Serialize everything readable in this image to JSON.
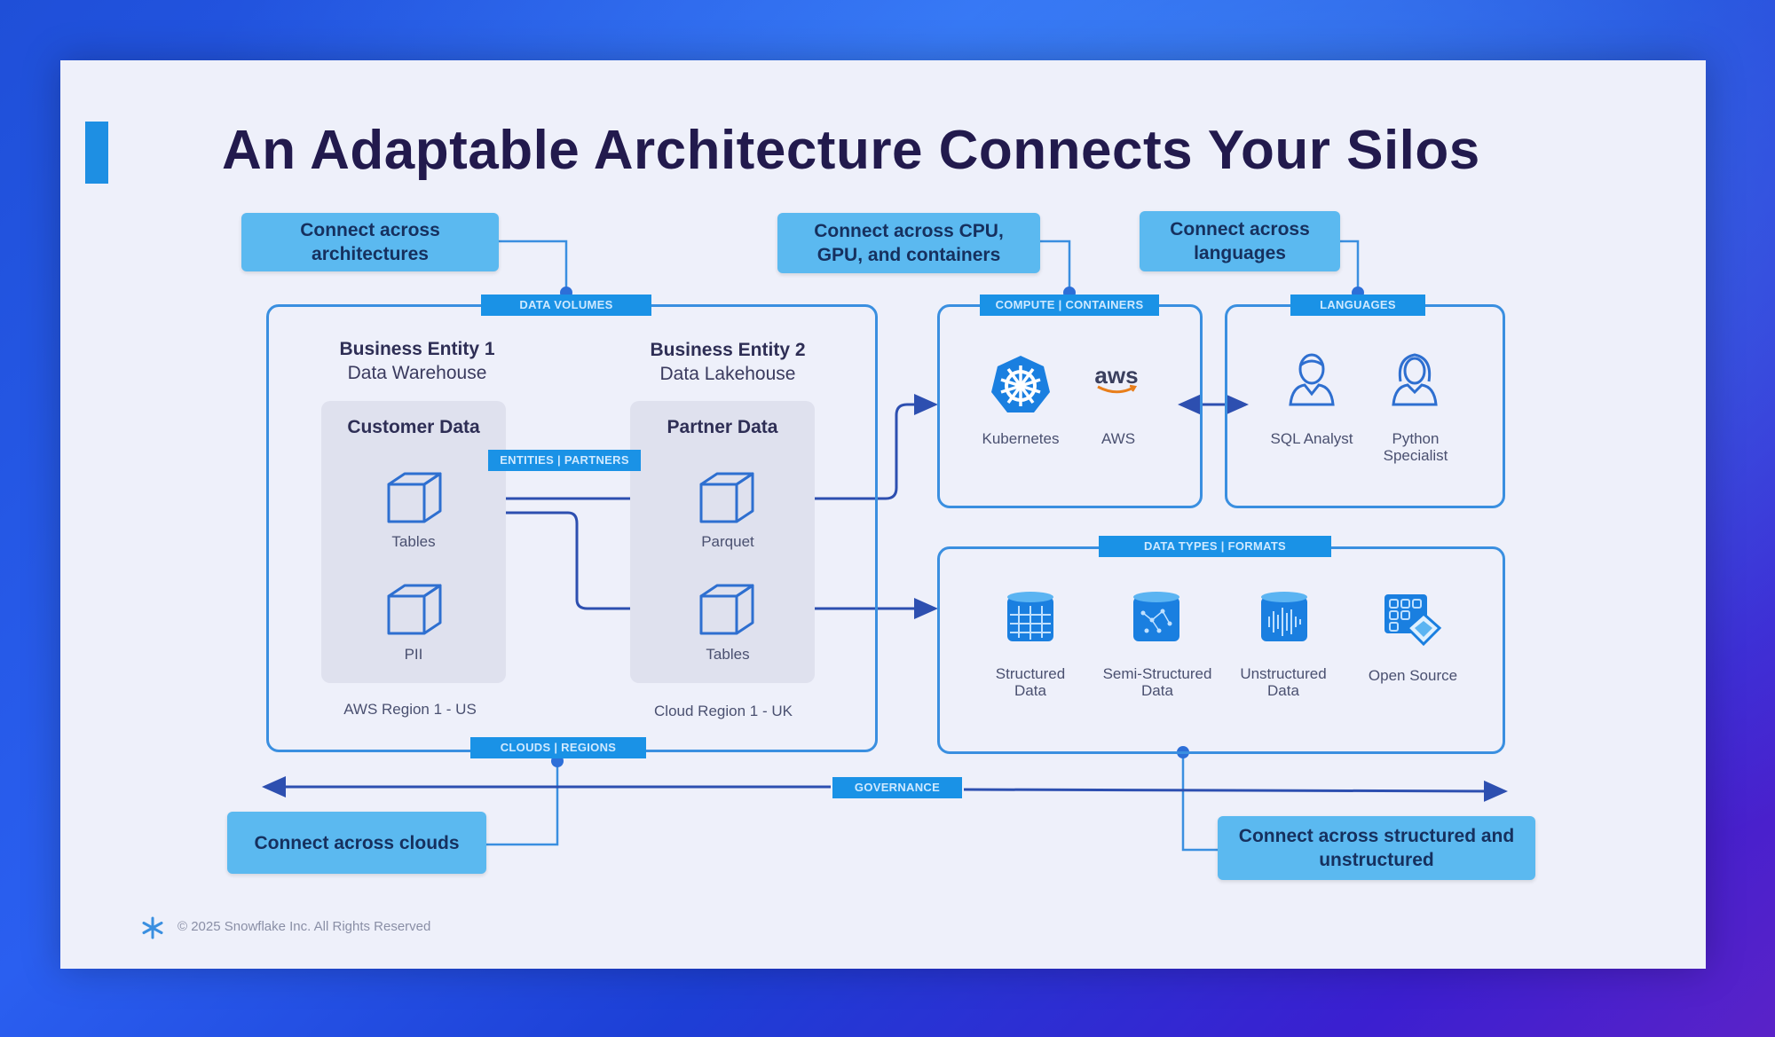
{
  "title": "An Adaptable Architecture Connects Your Silos",
  "callouts": {
    "architectures": "Connect across architectures",
    "compute": "Connect across CPU, GPU, and containers",
    "languages": "Connect across languages",
    "clouds": "Connect across clouds",
    "structured": "Connect across structured and unstructured"
  },
  "tags": {
    "data_volumes": "DATA VOLUMES",
    "entities_partners": "ENTITIES | PARTNERS",
    "clouds_regions": "CLOUDS | REGIONS",
    "compute_containers": "COMPUTE | CONTAINERS",
    "languages": "LANGUAGES",
    "data_types_formats": "DATA TYPES | FORMATS",
    "governance": "GOVERNANCE"
  },
  "entity1": {
    "name": "Business Entity 1",
    "type": "Data Warehouse",
    "panel": "Customer Data",
    "items": [
      "Tables",
      "PII"
    ],
    "region": "AWS Region 1 - US"
  },
  "entity2": {
    "name": "Business Entity 2",
    "type": "Data Lakehouse",
    "panel": "Partner Data",
    "items": [
      "Parquet",
      "Tables"
    ],
    "region": "Cloud Region 1 - UK"
  },
  "compute": {
    "items": [
      {
        "label": "Kubernetes",
        "icon": "kubernetes-icon"
      },
      {
        "label": "AWS",
        "icon": "aws-logo",
        "logo_text": "aws"
      }
    ]
  },
  "languages": {
    "items": [
      {
        "label": "SQL Analyst",
        "icon": "person-icon"
      },
      {
        "label": "Python Specialist",
        "icon": "person-icon"
      }
    ]
  },
  "data_types": {
    "items": [
      {
        "label": "Structured Data",
        "icon": "database-grid-icon"
      },
      {
        "label": "Semi-Structured Data",
        "icon": "database-dots-icon"
      },
      {
        "label": "Unstructured Data",
        "icon": "database-waves-icon"
      },
      {
        "label": "Open Source",
        "icon": "open-source-icon"
      }
    ]
  },
  "footer": "© 2025 Snowflake Inc. All Rights Reserved",
  "colors": {
    "accent": "#1a92e6",
    "callout": "#5bb9f0",
    "line": "#3a8fe0",
    "title": "#221a4d"
  }
}
